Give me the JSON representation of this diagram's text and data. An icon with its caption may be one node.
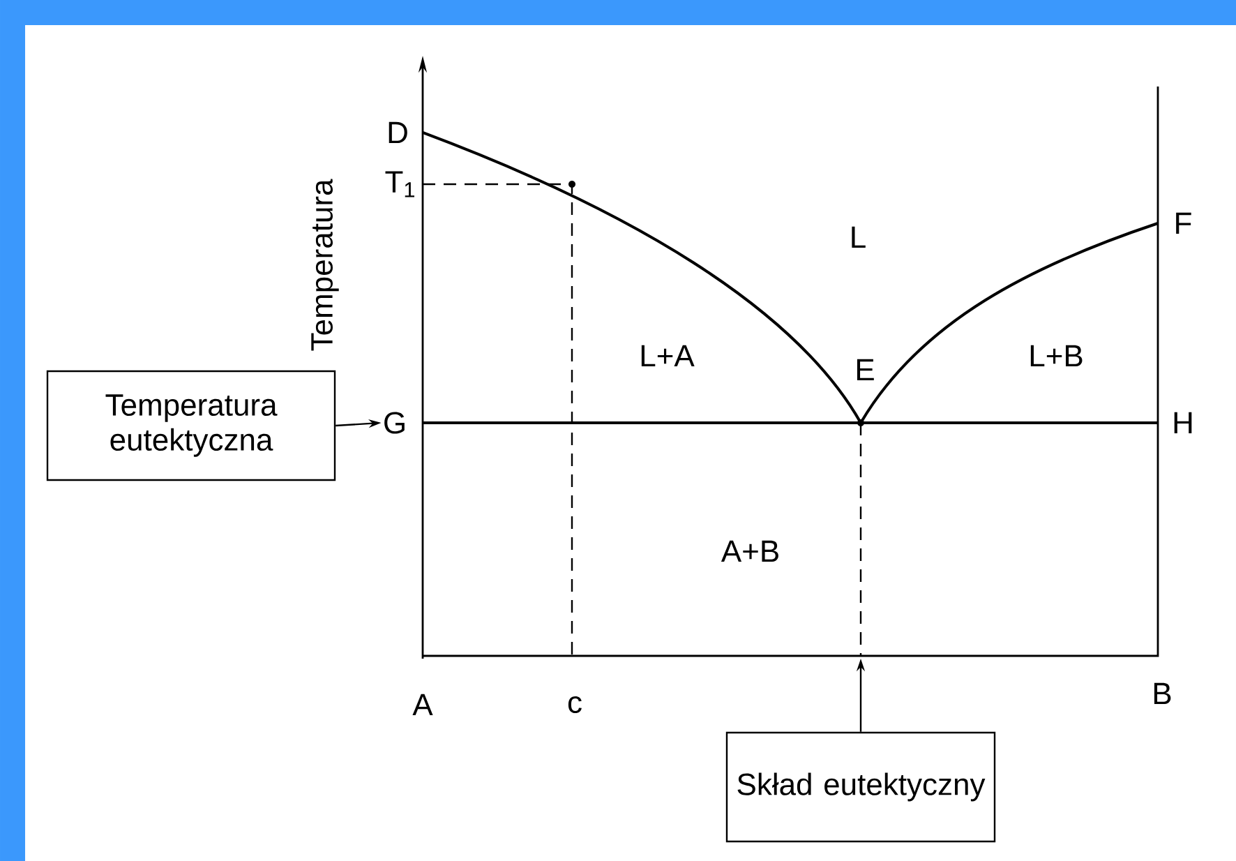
{
  "diagram": {
    "nodes": [
      {
        "text": [
          "Temperatura eutektyczna"
        ]
      },
      {
        "text": [
          "G"
        ]
      },
      {
        "text": [
          "Skład eutektyczny"
        ]
      }
    ],
    "edges": [
      {
        "from": 0,
        "to": 1,
        "arrow": "to"
      },
      {
        "from": 2,
        "to": null,
        "arrow": "to"
      }
    ],
    "labels": [
      "Temperatura",
      "D",
      "T$_{1}$",
      "L",
      "F",
      "L+A",
      "E",
      "L+B",
      "H",
      "A+B",
      "A",
      "c",
      "B"
    ]
  }
}
